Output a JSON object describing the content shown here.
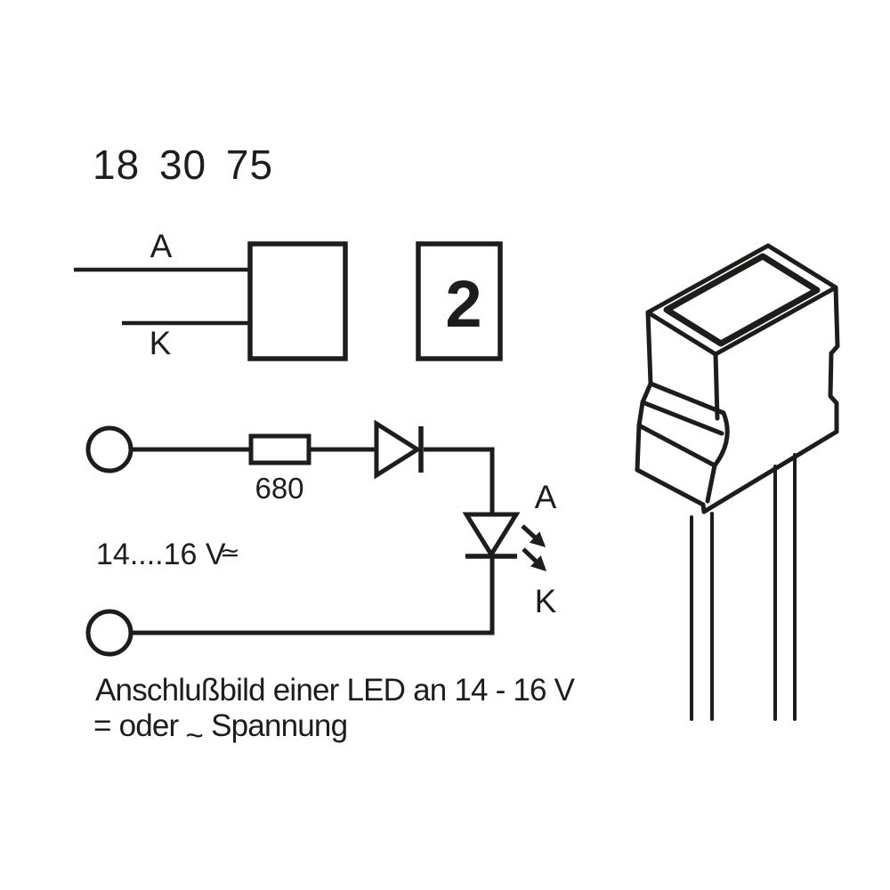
{
  "part_number": "18 30 75",
  "pinout_symbol": {
    "anode_label": "A",
    "cathode_label": "K"
  },
  "figure_number": "2",
  "schematic": {
    "resistor_value": "680",
    "voltage_range": "14....16 V",
    "voltage_type_symbol": "≃",
    "led_anode_label": "A",
    "led_cathode_label": "K"
  },
  "caption": {
    "line1": "Anschlußbild einer LED an 14 - 16 V",
    "line2_prefix": "= oder",
    "line2_tilde": "~",
    "line2_suffix": "Spannung"
  },
  "colors": {
    "ink": "#1d1d1b",
    "background": "#ffffff"
  }
}
